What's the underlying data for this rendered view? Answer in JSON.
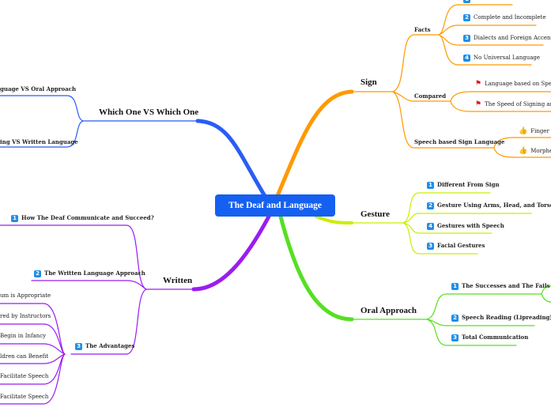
{
  "center": {
    "title": "The Deaf and Language",
    "color": "#1560f0"
  },
  "branches": {
    "sign": {
      "label": "Sign",
      "color": "#ff9900",
      "facts": {
        "label": "Facts",
        "items": [
          "Complete and Incomplete",
          "Dialects and Foreign Accents",
          "No Universal Language"
        ],
        "numbers": [
          "1",
          "2",
          "3",
          "4"
        ]
      },
      "compared": {
        "label": "Compared",
        "items": [
          "Language based on Speech v",
          "The Speed of Signing and Sp"
        ],
        "icon": "red-flag-icon"
      },
      "speech_based": {
        "label": "Speech based Sign Language",
        "items": [
          "Finger sp",
          "Morphem"
        ],
        "icon": "thumbs-up-icon"
      }
    },
    "which": {
      "label": "Which One VS Which One",
      "color": "#2a5cf5",
      "items": [
        "guage VS Oral Approach",
        "ing VS Written Language"
      ]
    },
    "gesture": {
      "label": "Gesture",
      "color": "#ccee00",
      "items": [
        {
          "n": "1",
          "label": "Different From Sign"
        },
        {
          "n": "2",
          "label": "Gesture Using Arms, Head, and Torso"
        },
        {
          "n": "4",
          "label": "Gestures with Speech"
        },
        {
          "n": "3",
          "label": "Facial Gestures"
        }
      ]
    },
    "oral": {
      "label": "Oral Approach",
      "color": "#55e022",
      "items": [
        {
          "n": "1",
          "label": "The Successes and The Fails"
        },
        {
          "n": "2",
          "label": "Speech Reading (Lipreading)"
        },
        {
          "n": "3",
          "label": "Total Communication"
        }
      ]
    },
    "written": {
      "label": "Written",
      "color": "#9b1cf0",
      "items": [
        {
          "n": "1",
          "label": "How The Deaf Communicate and Succeed?"
        },
        {
          "n": "2",
          "label": "The Written Language Approach"
        },
        {
          "n": "3",
          "label": "The Advantages"
        }
      ],
      "advantages": [
        "um is Appropriate",
        "red by Instructors",
        "Begin in Infancy",
        "ldren can Benefit",
        "Facilitate Speech",
        "Facilitate Speech"
      ]
    }
  }
}
